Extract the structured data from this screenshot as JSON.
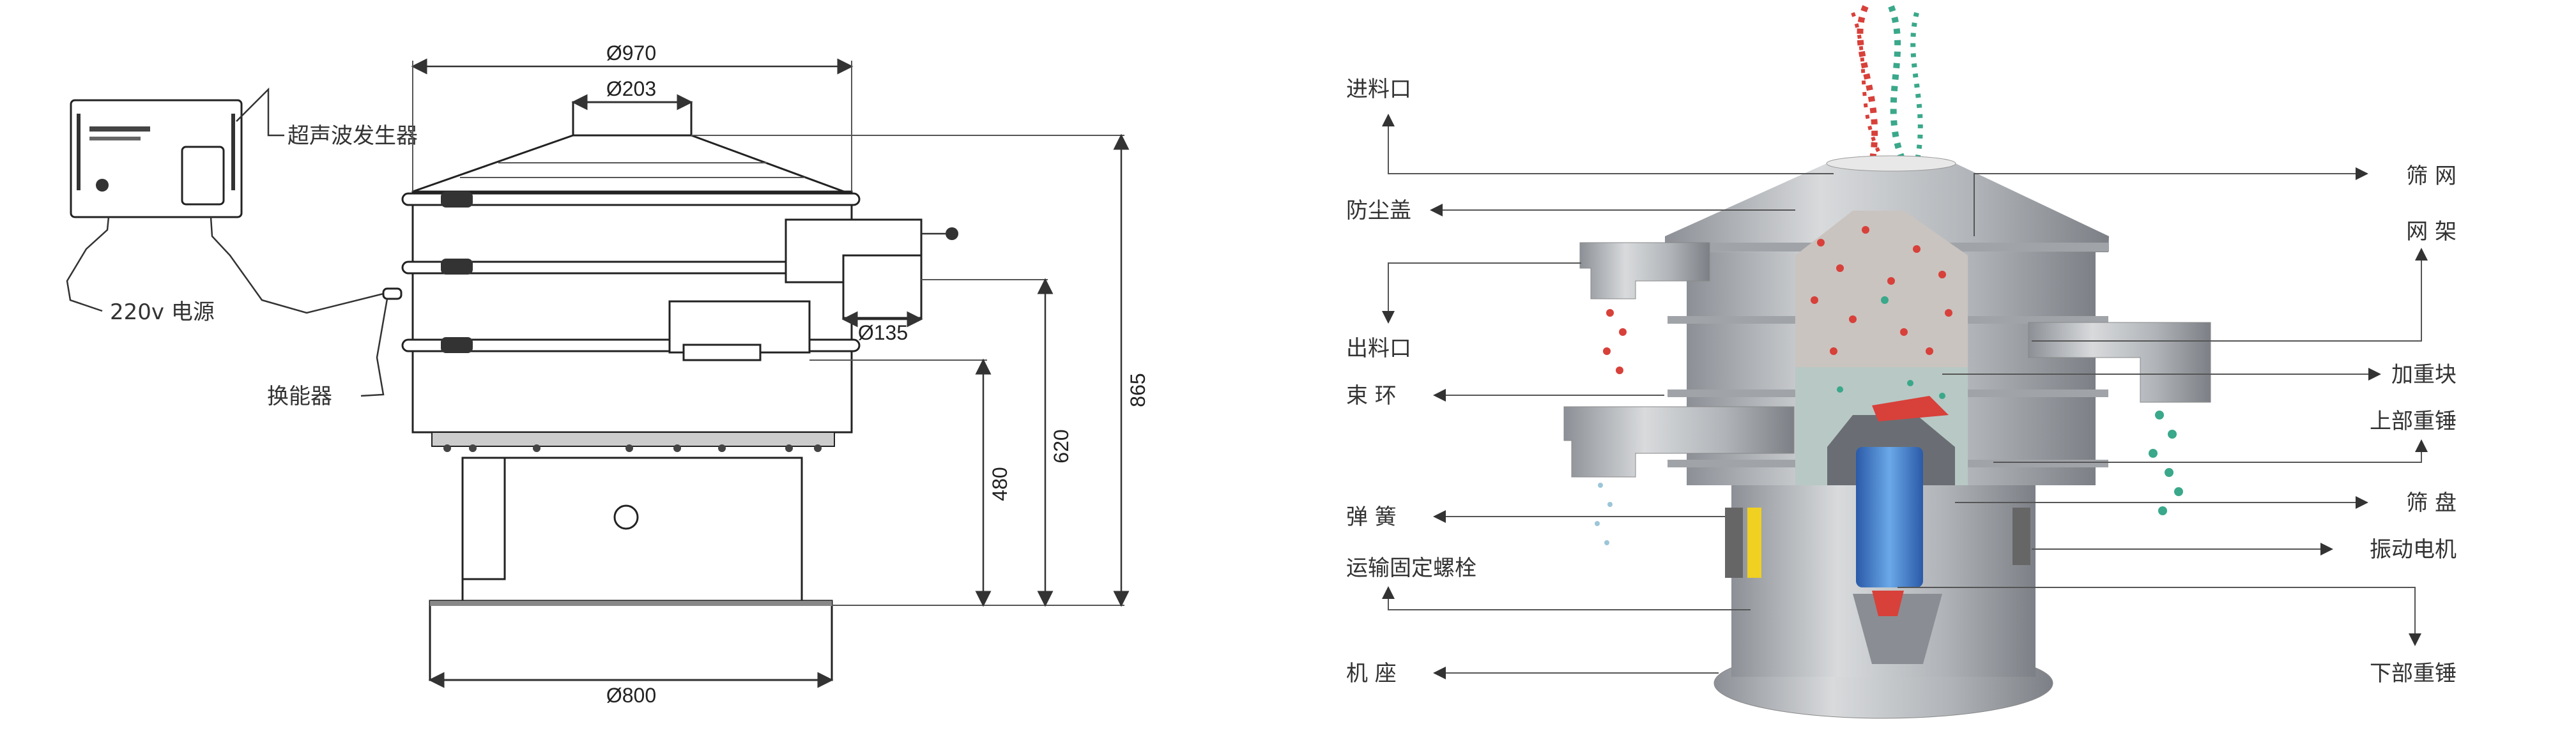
{
  "left_drawing": {
    "labels": {
      "generator": "超声波发生器",
      "power": "220v 电源",
      "transducer": "换能器"
    },
    "dimensions": {
      "top_diameter": "Ø970",
      "inlet_diameter": "Ø203",
      "outlet_diameter": "Ø135",
      "base_diameter": "Ø800",
      "total_height": "865",
      "upper_outlet_height": "620",
      "lower_outlet_height": "480"
    }
  },
  "right_drawing": {
    "left_labels": [
      "进料口",
      "防尘盖",
      "出料口",
      "束 环",
      "弹 簧",
      "运输固定螺栓",
      "机 座"
    ],
    "right_labels": [
      "筛 网",
      "网 架",
      "加重块",
      "上部重锤",
      "筛 盘",
      "振动电机",
      "下部重锤"
    ],
    "colors": {
      "particles_red": "#d8403a",
      "particles_green": "#3aa88a",
      "motor_blue": "#3a78c8",
      "bolt_yellow": "#f0d020",
      "metal": "#b8bcc0"
    }
  }
}
